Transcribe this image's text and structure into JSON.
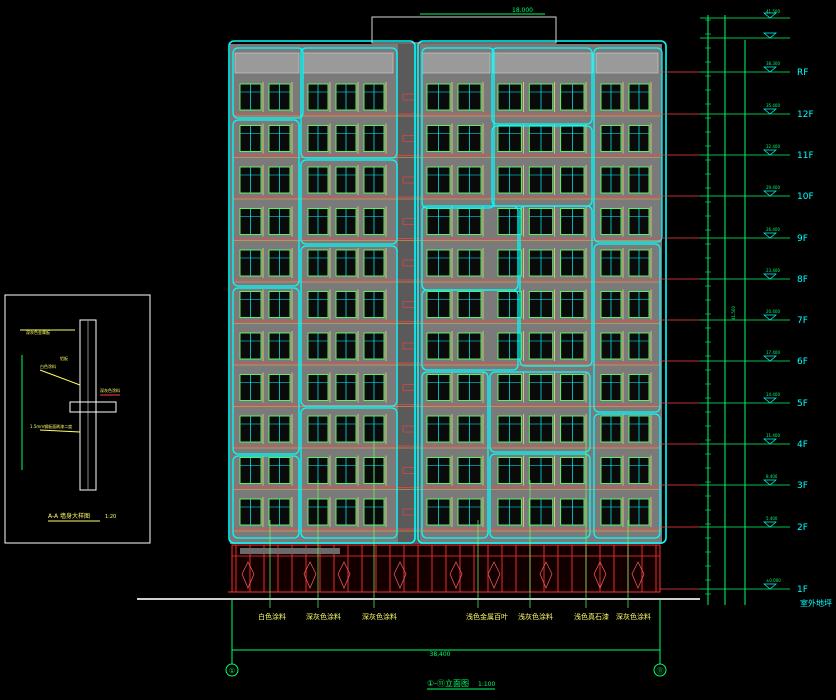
{
  "drawing": {
    "top_dimension": "18.000",
    "bottom_dimension": "38,400",
    "overall_height_dim": "41,500",
    "title": "①-⑪立面图",
    "title_scale": "1:100",
    "axis_left": "①",
    "axis_right": "⑪",
    "outdoor_ground": "室外地坪",
    "floors": [
      "RF",
      "12F",
      "11F",
      "10F",
      "9F",
      "8F",
      "7F",
      "6F",
      "5F",
      "4F",
      "3F",
      "2F",
      "1F"
    ],
    "elevations": [
      "41.500",
      "38.300",
      "35.400",
      "32.400",
      "29.400",
      "26.400",
      "23.400",
      "20.400",
      "17.400",
      "14.400",
      "11.400",
      "8.400",
      "5.400",
      "±0.000"
    ],
    "material_labels": [
      "白色涂料",
      "深灰色涂料",
      "深灰色涂料",
      "浅色金属百叶",
      "浅灰色涂料",
      "浅色真石漆",
      "深灰色涂料"
    ],
    "detail": {
      "title": "A-A 墙身大样图",
      "scale": "1:20",
      "note1": "深灰色金属板",
      "note2": "白色涂料",
      "note3": "深灰色涂料",
      "note4": "1.5mm钢板面刷漆二度",
      "note5": "铝板"
    },
    "colors": {
      "background": "#000000",
      "curtain_wall": "#00ffff",
      "window_frame": "#66ff66",
      "facade_gray": "#8a8a8a",
      "floor_line": "#ff4040",
      "mullion": "#ffff66",
      "dimension": "#00ff66",
      "storefront": "#ff3030",
      "leader": "#66ff66"
    }
  }
}
